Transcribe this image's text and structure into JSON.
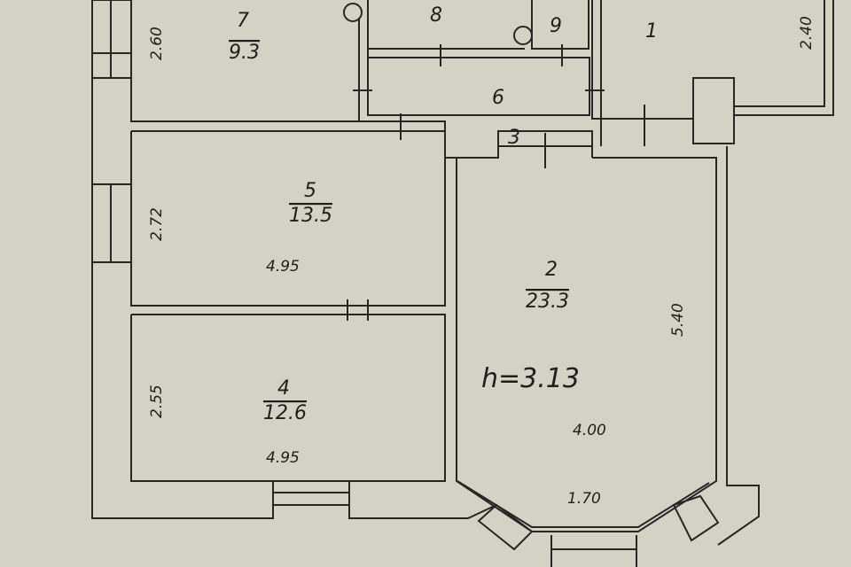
{
  "colors": {
    "paper": "#d4d2c4",
    "ink": "#262626"
  },
  "rooms": [
    {
      "number": "7",
      "area": "9.3",
      "dims": [
        "2.60"
      ]
    },
    {
      "number": "8"
    },
    {
      "number": "9"
    },
    {
      "number": "1",
      "dims": [
        "2.40"
      ]
    },
    {
      "number": "6"
    },
    {
      "number": "3"
    },
    {
      "number": "5",
      "area": "13.5",
      "dims": [
        "2.72",
        "4.95"
      ]
    },
    {
      "number": "2",
      "area": "23.3",
      "dims": [
        "5.40",
        "4.00",
        "1.70"
      ]
    },
    {
      "number": "4",
      "area": "12.6",
      "dims": [
        "2.55",
        "4.95"
      ]
    }
  ],
  "ceiling_height": "h=3.13"
}
